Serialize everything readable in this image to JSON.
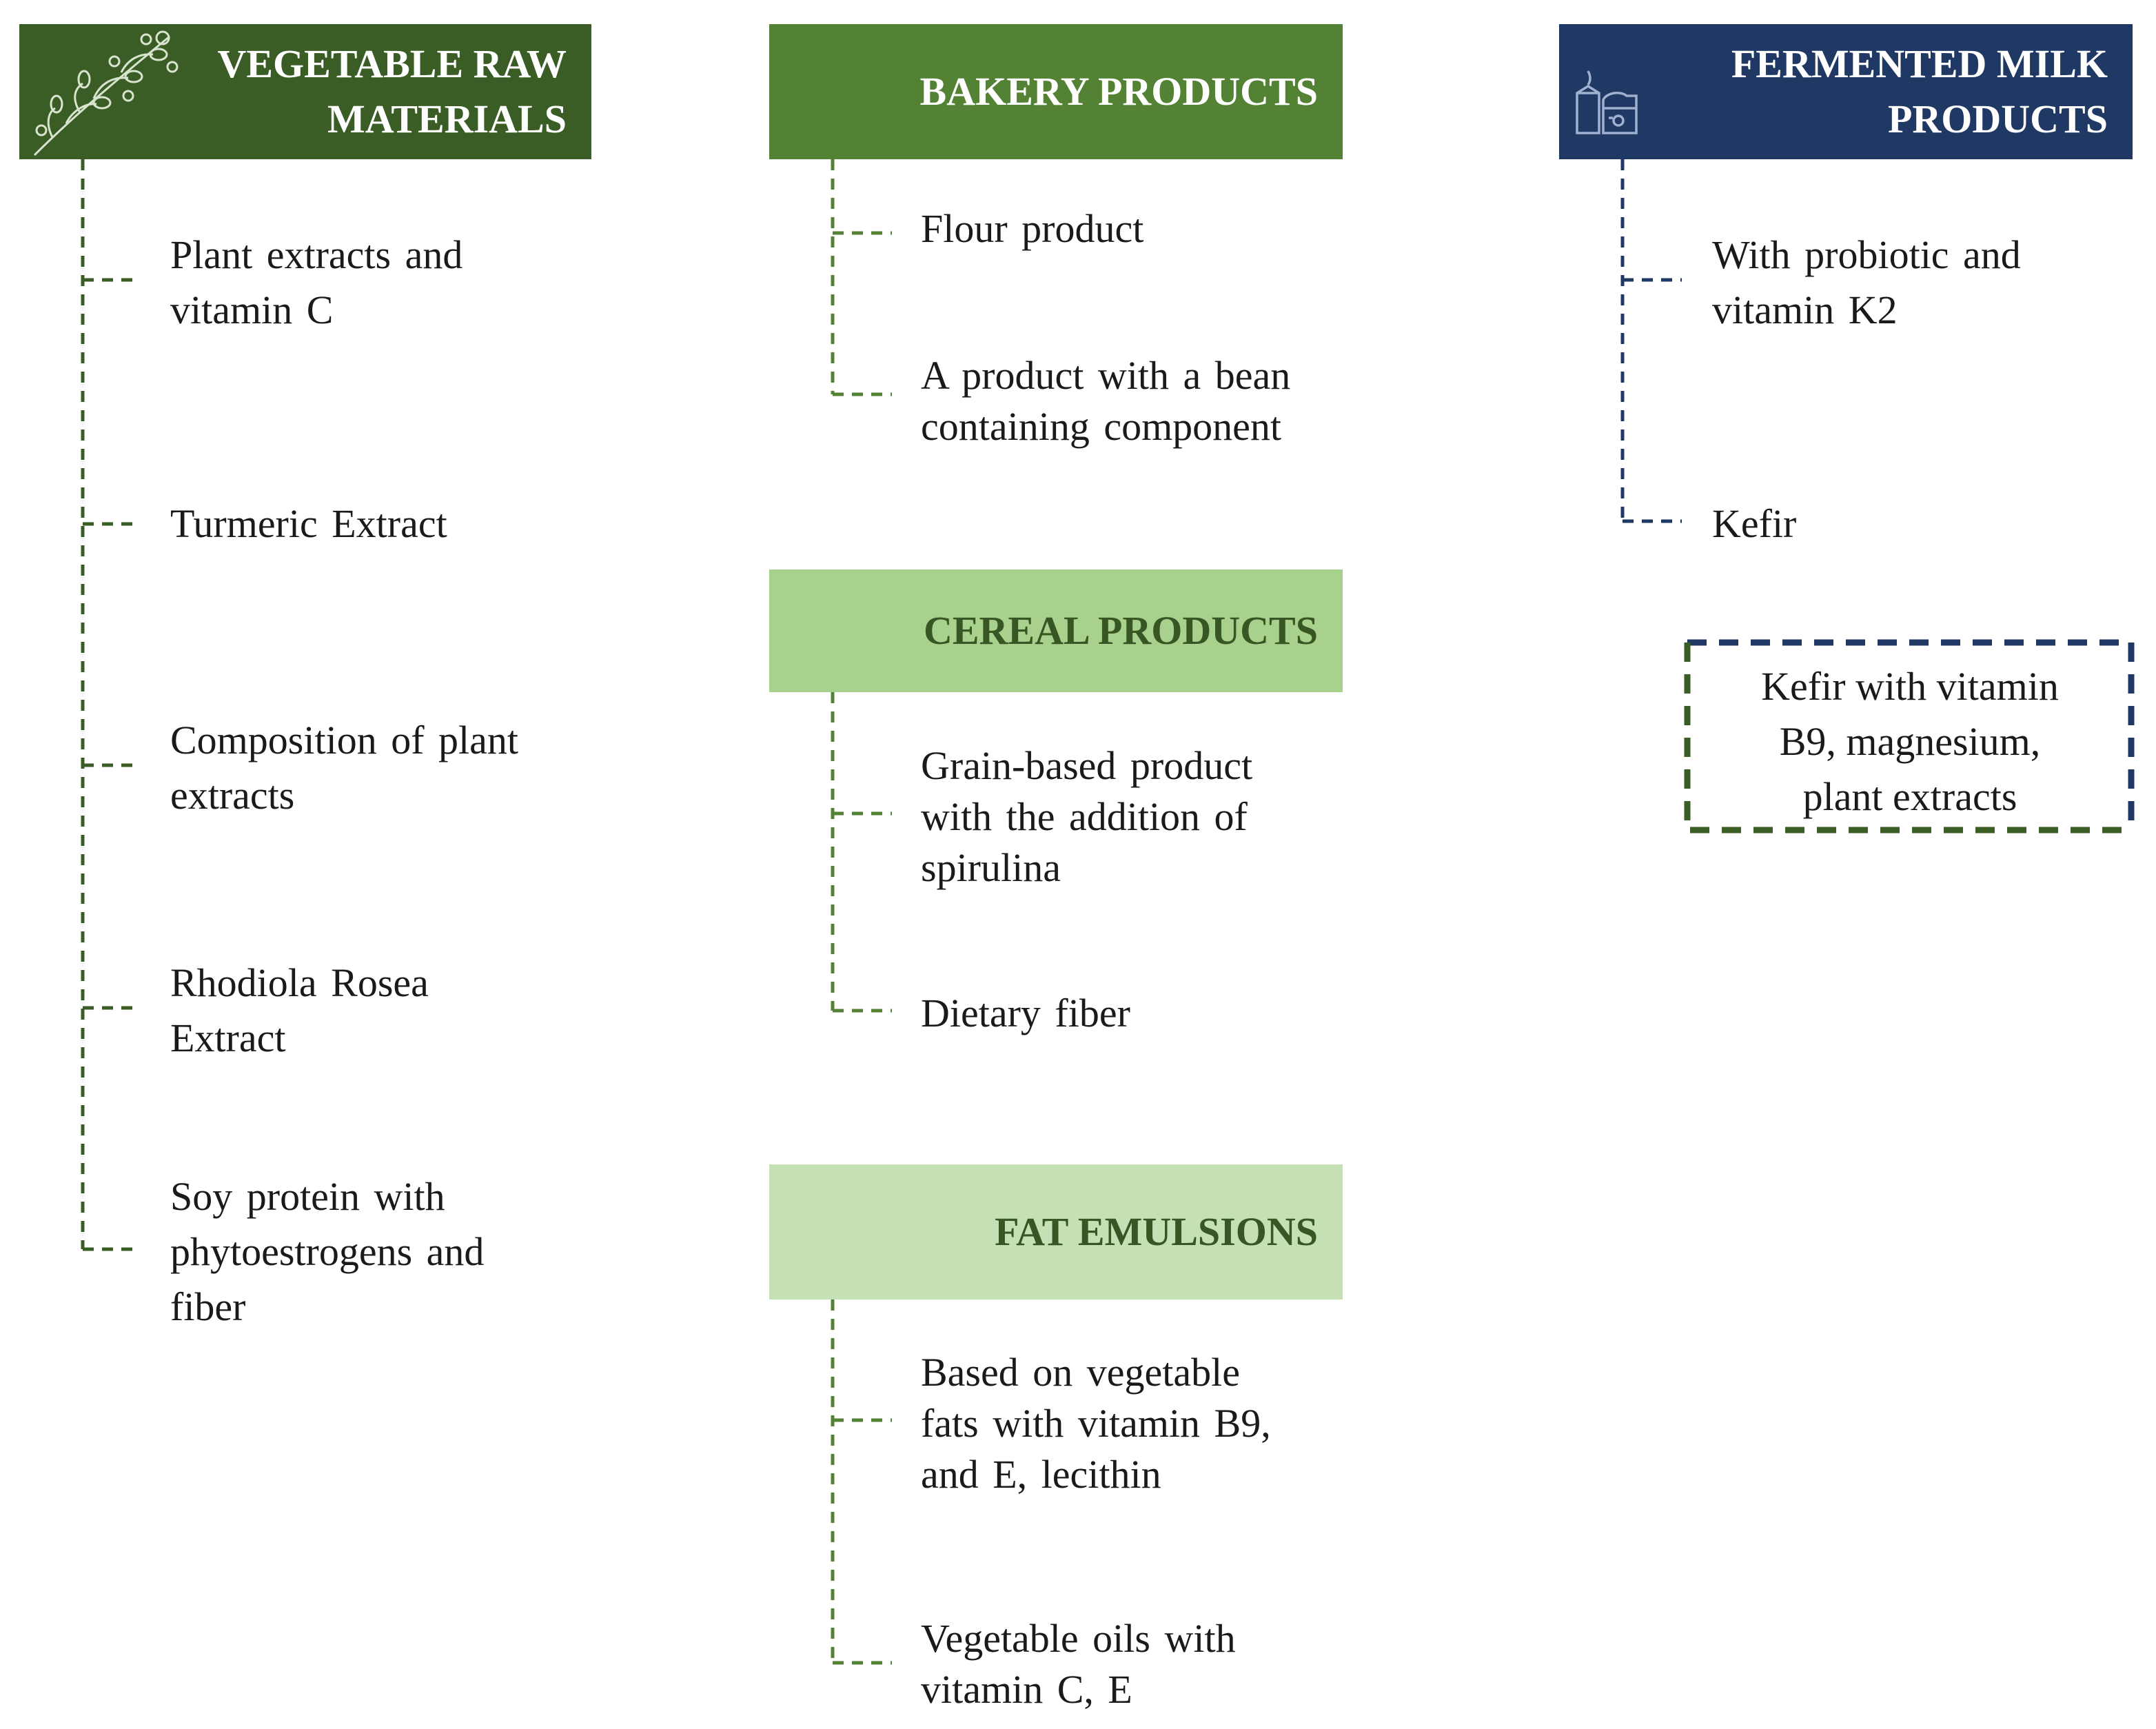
{
  "colors": {
    "vegetable": "#3a5d26",
    "bakery": "#548235",
    "fermented": "#203864",
    "cereal": "#a9d18e",
    "fat": "#c5e0b4",
    "text": "#1a1a1a"
  },
  "icons": {
    "vegetable": "plant-branch-icon",
    "fermented": "dairy-products-icon"
  },
  "vegetable": {
    "title_lines": [
      "VEGETABLE  RAW",
      "MATERIALS"
    ],
    "items": [
      [
        "Plant extracts  and",
        "vitamin C"
      ],
      [
        "Turmeric  Extract"
      ],
      [
        "Composition  of plant",
        "extracts"
      ],
      [
        "Rhodiola  Rosea",
        "Extract"
      ],
      [
        "Soy protein with",
        "phytoestrogens  and",
        "fiber"
      ]
    ]
  },
  "bakery": {
    "title_lines": [
      "BAKERY PRODUCTS"
    ],
    "items": [
      [
        "Flour product"
      ],
      [
        "A product with a bean",
        "containing component"
      ]
    ]
  },
  "cereal": {
    "title_lines": [
      "CEREAL PRODUCTS"
    ],
    "items": [
      [
        "Grain-based product",
        "with the addition of",
        "spirulina"
      ],
      [
        "Dietary  fiber"
      ]
    ]
  },
  "fat": {
    "title_lines": [
      "FAT EMULSIONS"
    ],
    "items": [
      [
        "Based on vegetable",
        "fats with vitamin B9,",
        "and E, lecithin"
      ],
      [
        "Vegetable oils with",
        "vitamin  C, E"
      ]
    ]
  },
  "fermented": {
    "title_lines": [
      "FERMENTED MILK",
      "PRODUCTS"
    ],
    "items": [
      [
        "With probiotic  and",
        "vitamin  K2"
      ],
      [
        "Kefir"
      ]
    ],
    "note_lines": [
      "Kefir with vitamin",
      "B9, magnesium,",
      "plant extracts"
    ]
  }
}
